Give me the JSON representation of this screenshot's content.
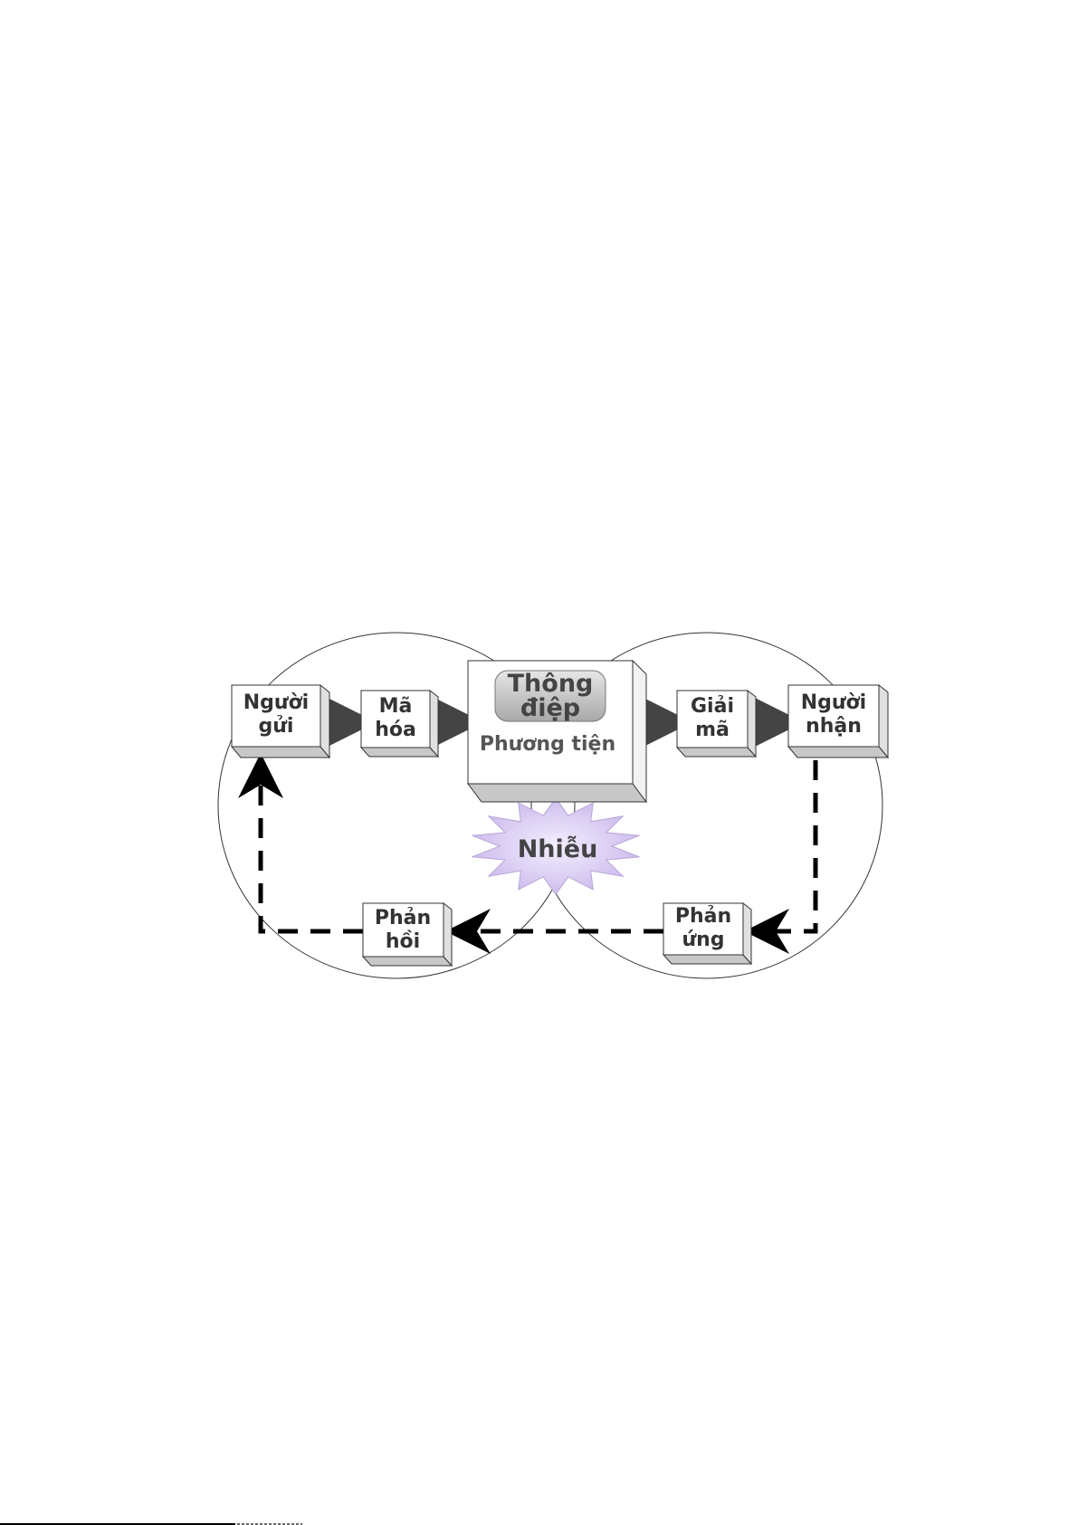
{
  "diagram": {
    "title": "Communication process model",
    "nodes": {
      "sender": [
        "Người",
        "gửi"
      ],
      "encoding": [
        "Mã",
        "hóa"
      ],
      "message": [
        "Thông",
        "điệp"
      ],
      "channel": "Phương tiện",
      "decoding": [
        "Giải",
        "mã"
      ],
      "receiver": [
        "Người",
        "nhận"
      ],
      "noise": "Nhiễu",
      "feedback": [
        "Phản",
        "hồi"
      ],
      "response": [
        "Phản",
        "ứng"
      ]
    },
    "colors": {
      "noise_fill": "#d9ccf0",
      "box_shadow": "#c8c8c8",
      "arrow": "#444444",
      "pill": "#b5b5b5"
    }
  }
}
